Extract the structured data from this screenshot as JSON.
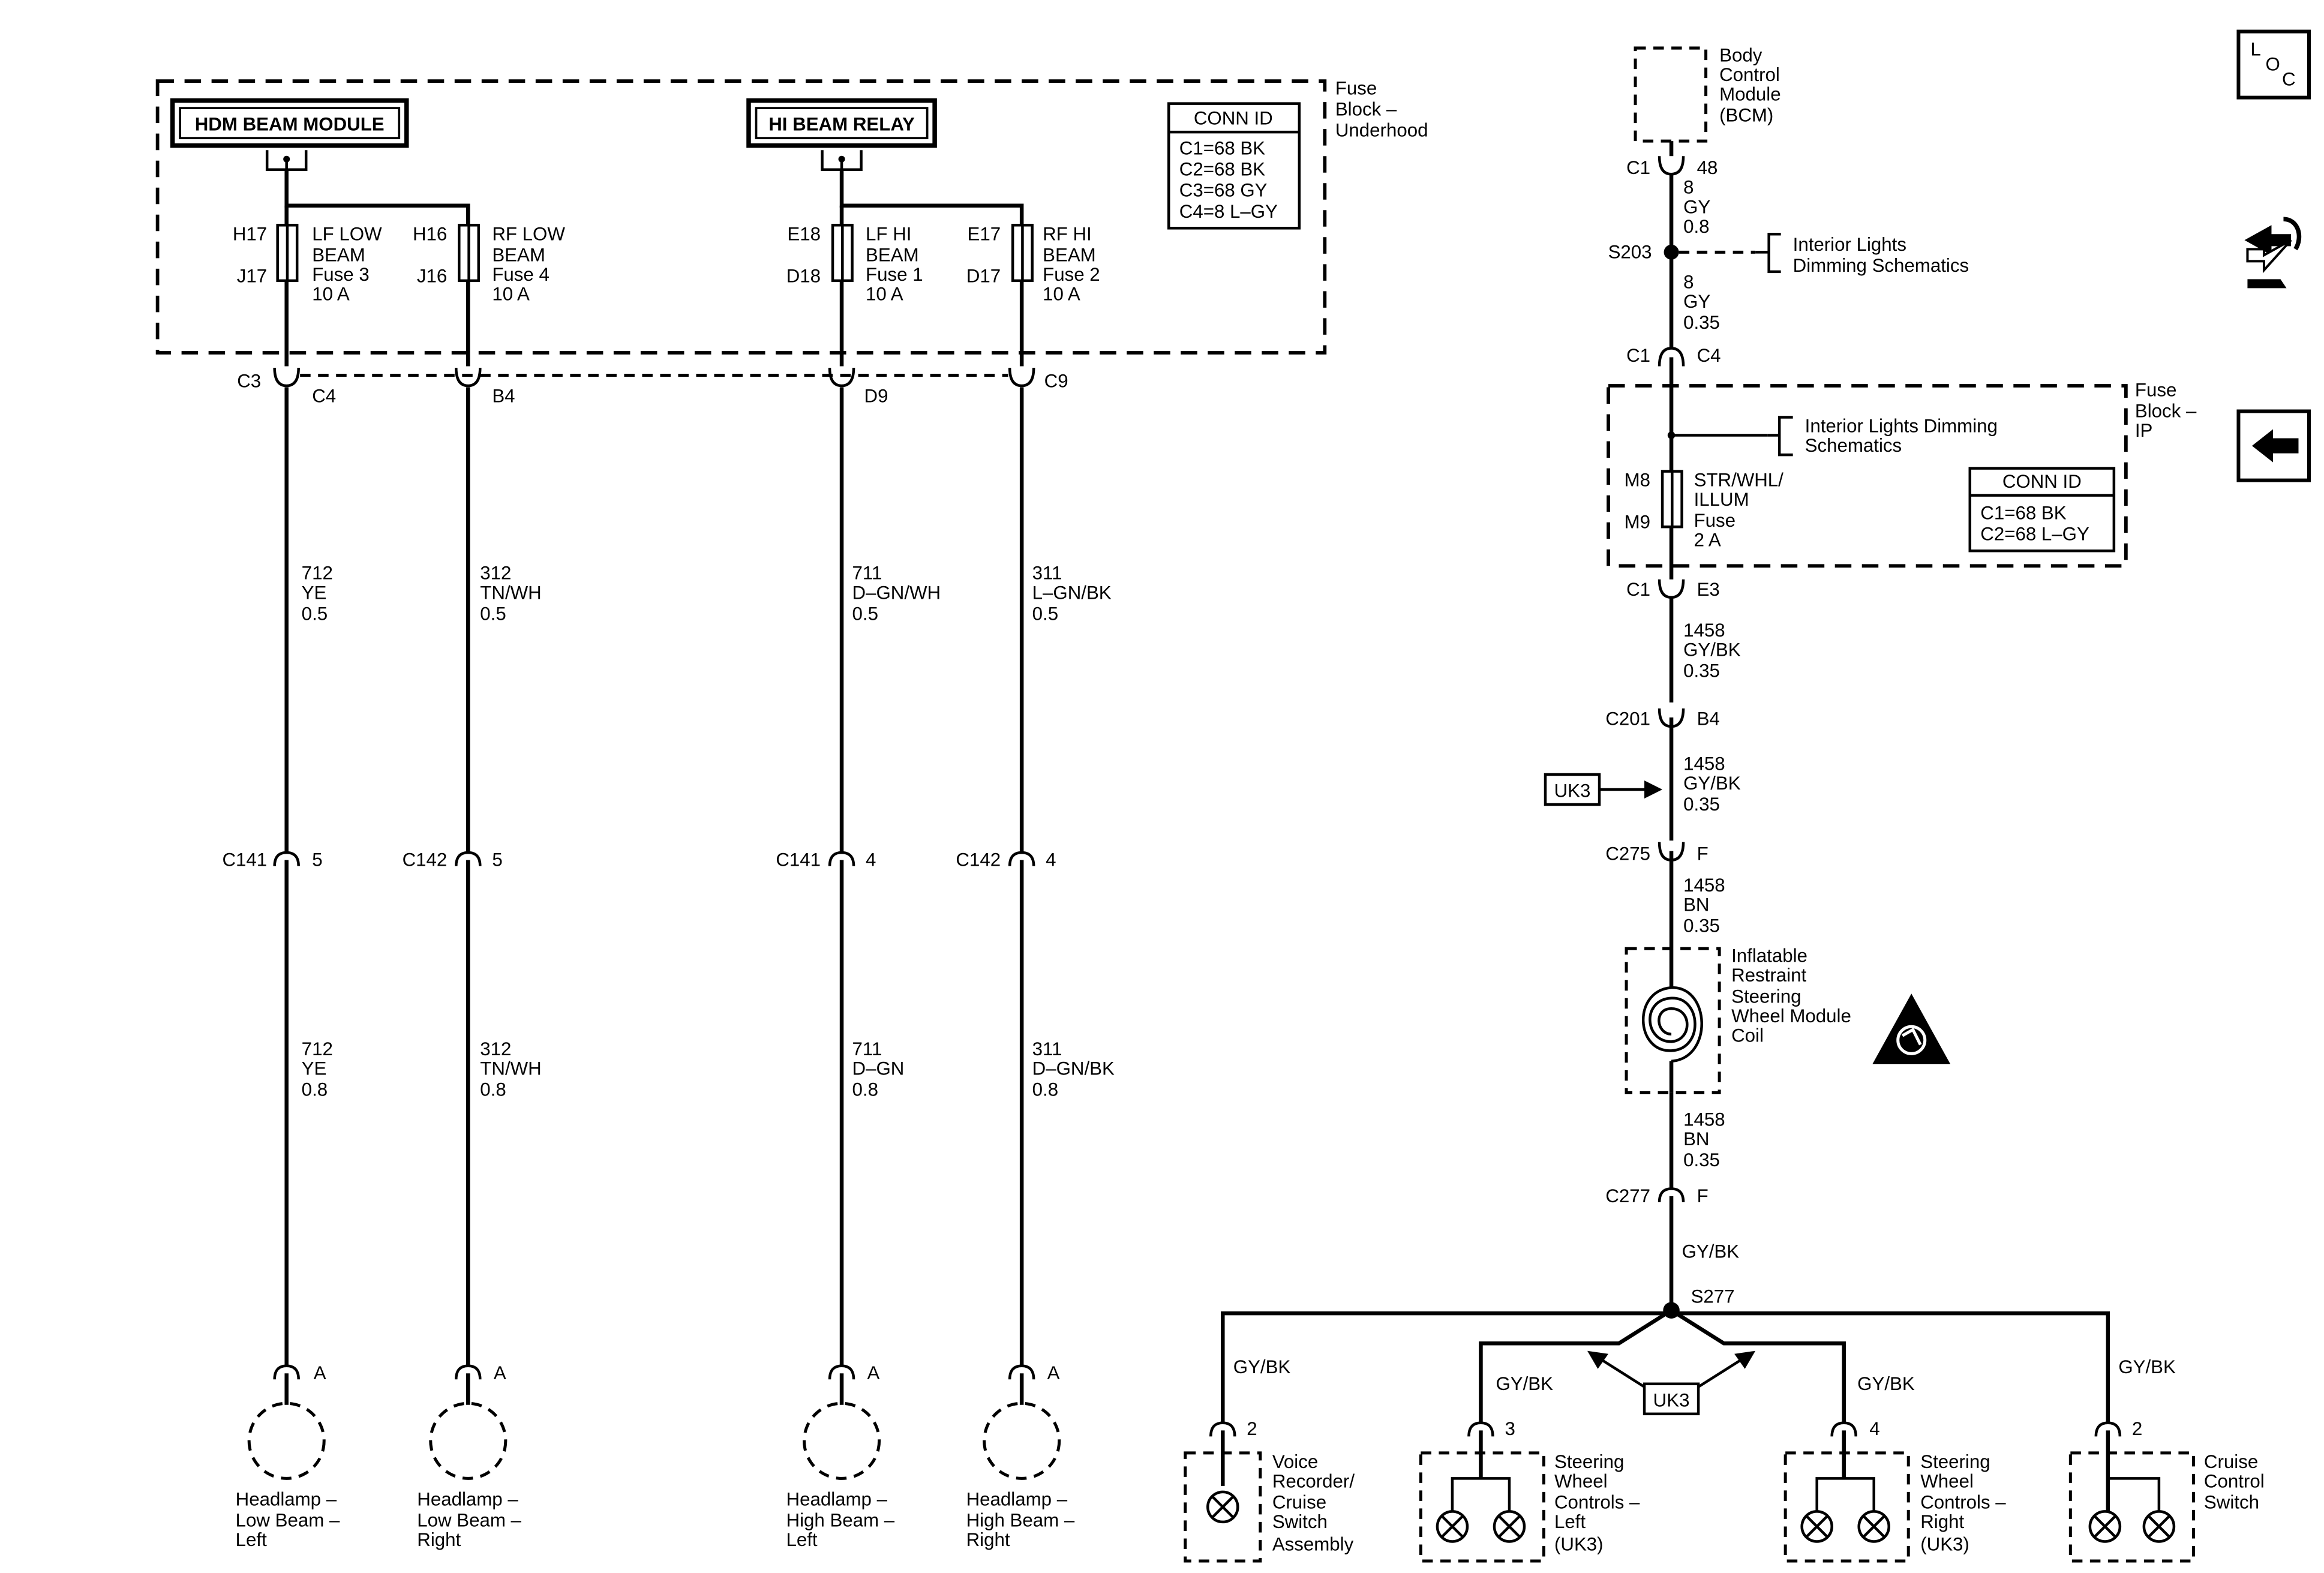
{
  "underhood_block": {
    "title_lines": [
      "Fuse",
      "Block –",
      "Underhood"
    ],
    "hdm_module": "HDM BEAM MODULE",
    "hi_beam_relay": "HI BEAM RELAY",
    "conn_id": {
      "title": "CONN ID",
      "lines": [
        "C1=68 BK",
        "C2=68 BK",
        "C3=68 GY",
        "C4=8 L–GY"
      ]
    },
    "fuses": [
      {
        "top_pin": "H17",
        "bottom_pin": "J17",
        "lines": [
          "LF LOW",
          "BEAM",
          "Fuse 3",
          "10 A"
        ]
      },
      {
        "top_pin": "H16",
        "bottom_pin": "J16",
        "lines": [
          "RF LOW",
          "BEAM",
          "Fuse 4",
          "10 A"
        ]
      },
      {
        "top_pin": "E18",
        "bottom_pin": "D18",
        "lines": [
          "LF HI",
          "BEAM",
          "Fuse 1",
          "10 A"
        ]
      },
      {
        "top_pin": "E17",
        "bottom_pin": "D17",
        "lines": [
          "RF HI",
          "BEAM",
          "Fuse 2",
          "10 A"
        ]
      }
    ],
    "connector": "C3",
    "connector_pins": [
      "C4",
      "B4",
      "D9",
      "C9"
    ]
  },
  "headlamp_circuits": [
    {
      "upper_wire": [
        "712",
        "YE",
        "0.5"
      ],
      "inline_conn": "C141",
      "inline_pin": "5",
      "lower_wire": [
        "712",
        "YE",
        "0.8"
      ],
      "lamp_pin": "A",
      "lamp_name": [
        "Headlamp –",
        "Low Beam –",
        "Left"
      ]
    },
    {
      "upper_wire": [
        "312",
        "TN/WH",
        "0.5"
      ],
      "inline_conn": "C142",
      "inline_pin": "5",
      "lower_wire": [
        "312",
        "TN/WH",
        "0.8"
      ],
      "lamp_pin": "A",
      "lamp_name": [
        "Headlamp –",
        "Low Beam –",
        "Right"
      ]
    },
    {
      "upper_wire": [
        "711",
        "D–GN/WH",
        "0.5"
      ],
      "inline_conn": "C141",
      "inline_pin": "4",
      "lower_wire": [
        "711",
        "D–GN",
        "0.8"
      ],
      "lamp_pin": "A",
      "lamp_name": [
        "Headlamp –",
        "High Beam –",
        "Left"
      ]
    },
    {
      "upper_wire": [
        "311",
        "L–GN/BK",
        "0.5"
      ],
      "inline_conn": "C142",
      "inline_pin": "4",
      "lower_wire": [
        "311",
        "D–GN/BK",
        "0.8"
      ],
      "lamp_pin": "A",
      "lamp_name": [
        "Headlamp –",
        "High Beam –",
        "Right"
      ]
    }
  ],
  "bcm": {
    "name_lines": [
      "Body",
      "Control",
      "Module",
      "(BCM)"
    ],
    "conn": "C1",
    "pin": "48",
    "wire": [
      "8",
      "GY",
      "0.8"
    ]
  },
  "splice_s203": {
    "label": "S203",
    "ref_lines": [
      "Interior Lights",
      "Dimming Schematics"
    ],
    "wire_after": [
      "8",
      "GY",
      "0.35"
    ]
  },
  "ip_block": {
    "entry_conn": "C1",
    "entry_pin": "C4",
    "title_lines": [
      "Fuse",
      "Block –",
      "IP"
    ],
    "ref_lines": [
      "Interior Lights Dimming",
      "Schematics"
    ],
    "fuse_top_pin": "M8",
    "fuse_bottom_pin": "M9",
    "fuse_lines": [
      "STR/WHL/",
      "ILLUM",
      "Fuse",
      "2 A"
    ],
    "conn_id": {
      "title": "CONN ID",
      "lines": [
        "C1=68 BK",
        "C2=68 L–GY"
      ]
    },
    "exit_conn": "C1",
    "exit_pin": "E3"
  },
  "trunk": {
    "wire1": [
      "1458",
      "GY/BK",
      "0.35"
    ],
    "c201": "C201",
    "c201_pin": "B4",
    "wire2": [
      "1458",
      "GY/BK",
      "0.35"
    ],
    "uk3_tag": "UK3",
    "c275": "C275",
    "c275_pin": "F",
    "wire3": [
      "1458",
      "BN",
      "0.35"
    ],
    "coil_lines": [
      "Inflatable",
      "Restraint",
      "Steering",
      "Wheel Module",
      "Coil"
    ],
    "wire4": [
      "1458",
      "BN",
      "0.35"
    ],
    "c277": "C277",
    "c277_pin": "F",
    "wire5": "GY/BK",
    "splice": "S277",
    "uk3_bottom": "UK3"
  },
  "loads": [
    {
      "wire": "GY/BK",
      "pin": "2",
      "name_lines": [
        "Voice",
        "Recorder/",
        "Cruise",
        "Switch",
        "Assembly"
      ]
    },
    {
      "wire": "GY/BK",
      "pin": "3",
      "name_lines": [
        "Steering",
        "Wheel",
        "Controls –",
        "Left",
        "(UK3)"
      ]
    },
    {
      "wire": "GY/BK",
      "pin": "4",
      "name_lines": [
        "Steering",
        "Wheel",
        "Controls –",
        "Right",
        "(UK3)"
      ]
    },
    {
      "wire": "GY/BK",
      "pin": "2",
      "name_lines": [
        "Cruise",
        "Control",
        "Switch"
      ]
    }
  ],
  "side_icons": {
    "loc_letters": [
      "L",
      "O",
      "C"
    ]
  }
}
